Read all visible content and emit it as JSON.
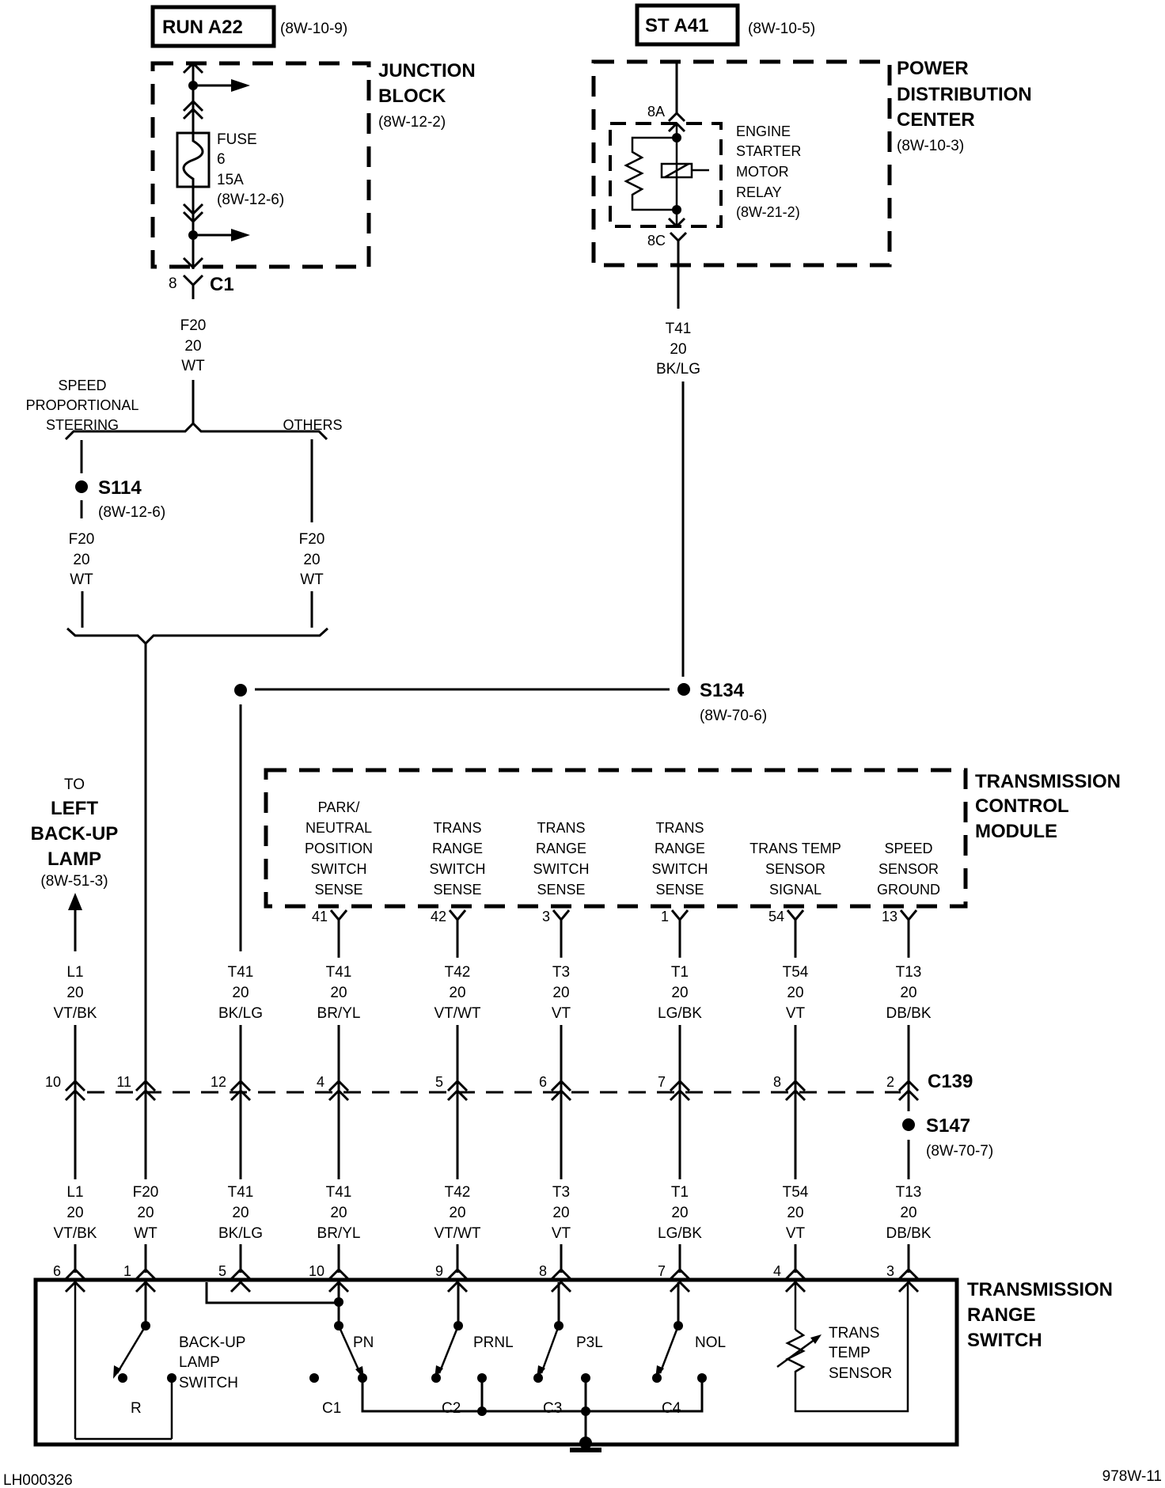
{
  "title_id": "LH000326",
  "page_ref": "978W-11",
  "sources": {
    "run": {
      "label": "RUN A22",
      "ref": "(8W-10-9)"
    },
    "start": {
      "label": "ST A41",
      "ref": "(8W-10-5)"
    }
  },
  "junction_block": {
    "name_lines": [
      "JUNCTION",
      "BLOCK"
    ],
    "ref": "(8W-12-2)",
    "fuse_lines": [
      "FUSE",
      "6",
      "15A",
      "(8W-12-6)"
    ],
    "connector": {
      "pin": "8",
      "name": "C1"
    }
  },
  "pdc": {
    "name_lines": [
      "POWER",
      "DISTRIBUTION",
      "CENTER"
    ],
    "ref": "(8W-10-3)",
    "relay_lines": [
      "ENGINE",
      "STARTER",
      "MOTOR",
      "RELAY",
      "(8W-21-2)"
    ],
    "pin_in": "8A",
    "pin_out": "8C"
  },
  "wires": {
    "f20_main": [
      "F20",
      "20",
      "WT"
    ],
    "t41_pdc": [
      "T41",
      "20",
      "BK/LG"
    ],
    "f20_sps": [
      "F20",
      "20",
      "WT"
    ],
    "f20_others": [
      "F20",
      "20",
      "WT"
    ]
  },
  "branches": {
    "sps_lines": [
      "SPEED",
      "PROPORTIONAL",
      "STEERING"
    ],
    "others": "OTHERS"
  },
  "splices": {
    "s114": {
      "name": "S114",
      "ref": "(8W-12-6)"
    },
    "s134": {
      "name": "S134",
      "ref": "(8W-70-6)"
    },
    "s147": {
      "name": "S147",
      "ref": "(8W-70-7)"
    }
  },
  "backup_lamp": {
    "to": "TO",
    "name_lines": [
      "LEFT",
      "BACK-UP",
      "LAMP"
    ],
    "ref": "(8W-51-3)"
  },
  "tcm": {
    "name_lines": [
      "TRANSMISSION",
      "CONTROL",
      "MODULE"
    ],
    "functions": [
      {
        "lines": [
          "PARK/",
          "NEUTRAL",
          "POSITION",
          "SWITCH",
          "SENSE"
        ],
        "pin": "41"
      },
      {
        "lines": [
          "TRANS",
          "RANGE",
          "SWITCH",
          "SENSE"
        ],
        "pin": "42"
      },
      {
        "lines": [
          "TRANS",
          "RANGE",
          "SWITCH",
          "SENSE"
        ],
        "pin": "3"
      },
      {
        "lines": [
          "TRANS",
          "RANGE",
          "SWITCH",
          "SENSE"
        ],
        "pin": "1"
      },
      {
        "lines": [
          "TRANS TEMP",
          "SENSOR",
          "SIGNAL"
        ],
        "pin": "54"
      },
      {
        "lines": [
          "SPEED",
          "SENSOR",
          "GROUND"
        ],
        "pin": "13"
      }
    ]
  },
  "c139": {
    "name": "C139",
    "columns": [
      {
        "pin": "10",
        "upper": [
          "L1",
          "20",
          "VT/BK"
        ],
        "lower": [
          "L1",
          "20",
          "VT/BK"
        ],
        "trs_pin": "6"
      },
      {
        "pin": "11",
        "upper": null,
        "lower": [
          "F20",
          "20",
          "WT"
        ],
        "trs_pin": "1"
      },
      {
        "pin": "12",
        "upper": [
          "T41",
          "20",
          "BK/LG"
        ],
        "lower": [
          "T41",
          "20",
          "BK/LG"
        ],
        "trs_pin": "5"
      },
      {
        "pin": "4",
        "upper": [
          "T41",
          "20",
          "BR/YL"
        ],
        "lower": [
          "T41",
          "20",
          "BR/YL"
        ],
        "trs_pin": "10"
      },
      {
        "pin": "5",
        "upper": [
          "T42",
          "20",
          "VT/WT"
        ],
        "lower": [
          "T42",
          "20",
          "VT/WT"
        ],
        "trs_pin": "9"
      },
      {
        "pin": "6",
        "upper": [
          "T3",
          "20",
          "VT"
        ],
        "lower": [
          "T3",
          "20",
          "VT"
        ],
        "trs_pin": "8"
      },
      {
        "pin": "7",
        "upper": [
          "T1",
          "20",
          "LG/BK"
        ],
        "lower": [
          "T1",
          "20",
          "LG/BK"
        ],
        "trs_pin": "7"
      },
      {
        "pin": "8",
        "upper": [
          "T54",
          "20",
          "VT"
        ],
        "lower": [
          "T54",
          "20",
          "VT"
        ],
        "trs_pin": "4"
      },
      {
        "pin": "2",
        "upper": [
          "T13",
          "20",
          "DB/BK"
        ],
        "lower": [
          "T13",
          "20",
          "DB/BK"
        ],
        "trs_pin": "3"
      }
    ]
  },
  "trs": {
    "name_lines": [
      "TRANSMISSION",
      "RANGE",
      "SWITCH"
    ],
    "backup_switch_lines": [
      "BACK-UP",
      "LAMP",
      "SWITCH"
    ],
    "contacts": {
      "r": "R",
      "c1": "C1",
      "c2": "C2",
      "c3": "C3",
      "c4": "C4"
    },
    "switches": {
      "pn": "PN",
      "prnl": "PRNL",
      "p3l": "P3L",
      "nol": "NOL"
    },
    "sensor_lines": [
      "TRANS",
      "TEMP",
      "SENSOR"
    ]
  }
}
